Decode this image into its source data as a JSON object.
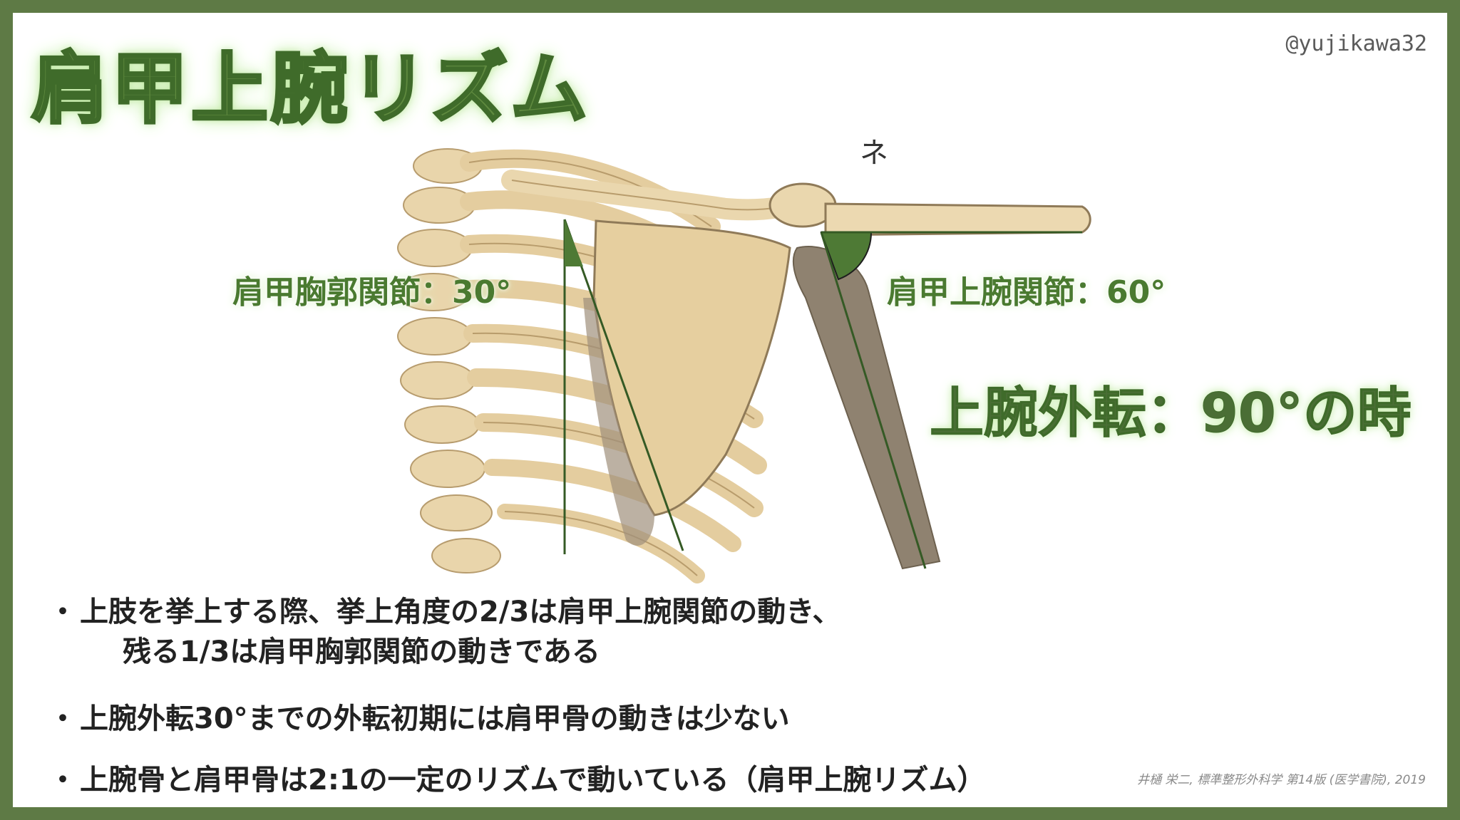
{
  "title": "肩甲上腕リズム",
  "handle": "@yujikawa32",
  "labels": {
    "scapulothoracic": "肩甲胸郭関節：30°",
    "glenohumeral": "肩甲上腕関節：60°",
    "abduction": "上腕外転：90°の時"
  },
  "bullet_marker": "・",
  "bullets": [
    "上肢を挙上する際、挙上角度の2/3は肩甲上腕関節の動き、",
    "残る1/3は肩甲胸郭関節の動きである",
    "上腕外転30°までの外転初期には肩甲骨の動きは少ない",
    "上腕骨と肩甲骨は2:1の一定のリズムで動いている（肩甲上腕リズム）"
  ],
  "citation": "井樋 栄二, 標準整形外科学 第14版 (医学書院), 2019",
  "handwritten_mark": "ネ",
  "colors": {
    "frame": "#5e7a45",
    "label_green": "#4a7a30",
    "bone": "#e8d3a8",
    "humerus": "#8f8270",
    "angle_fill": "#4e7a35"
  }
}
